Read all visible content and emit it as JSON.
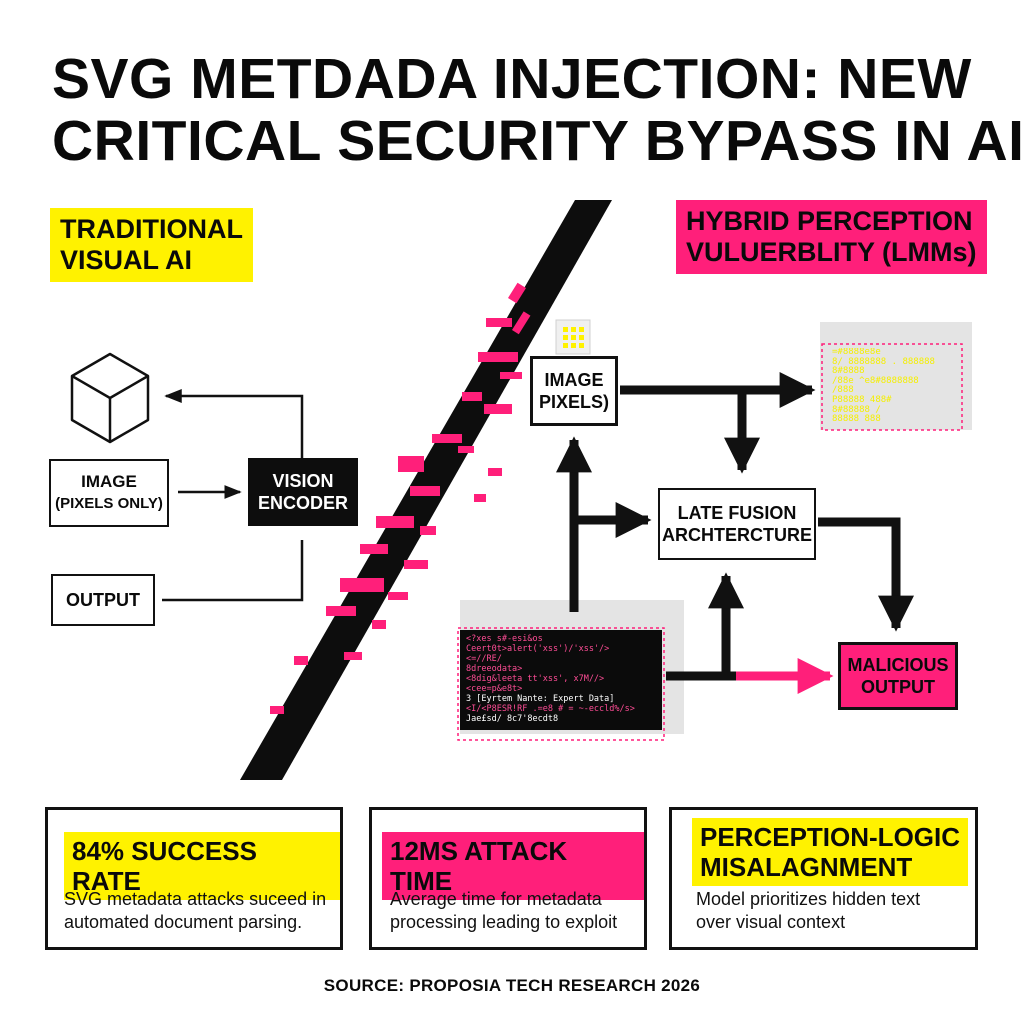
{
  "title": {
    "line1": "SVG METDADA INJECTION: NEW",
    "line2": "CRITICAL SECURITY BYPASS IN AI"
  },
  "left": {
    "label_line1": "TRADITIONAL",
    "label_line2": "VISUAL AI",
    "image_line1": "IMAGE",
    "image_line2": "(PIXELS ONLY)",
    "encoder_line1": "VISION",
    "encoder_line2": "ENCODER",
    "output": "OUTPUT"
  },
  "right": {
    "label_line1": "HYBRID PERCEPTION",
    "label_line2": "VULUERBLITY (LMMs)",
    "image_line1": "IMAGE",
    "image_line2": "PIXELS)",
    "fusion_line1": "LATE FUSION",
    "fusion_line2": "ARCHTERCTURE",
    "malicious_line1": "MALICIOUS",
    "malicious_line2": "OUTPUT",
    "code_lines": [
      "<?xes s#-esi&os",
      "   Ceert0t>alert('xss')/'xss'/>",
      "<=//RE/",
      "8dreeodata>",
      "   <8dig&leeta tt'xss', x7M//>",
      "   <cee=p&e8t>",
      "3  [Eyrtem Nante: Expert Data]",
      "<I/<P8ESR!RF .=e8 # = ~-eccld%/s>",
      "   Jae£sd/ 8c7'8ecdt8",
      "   "
    ],
    "metadata_lines": [
      "=#8888e8e",
      "8/ 8888888 .  888888",
      "8#8888",
      " /88e  ^e8#8888888",
      "  /888",
      "P88888 488#",
      "8#88888  /",
      "  88888 888"
    ]
  },
  "stats": [
    {
      "highlight": "84% SUCCESS RATE",
      "desc_line1": "SVG metadata attacks suceed in",
      "desc_line2": "automated document parsing."
    },
    {
      "highlight": "12MS ATTACK TIME",
      "desc_line1": "Average time for metadata",
      "desc_line2": "processing leading to exploit"
    },
    {
      "highlight_line1": "PERCEPTION-LOGIC",
      "highlight_line2": "MISALAGNMENT",
      "desc_line1": "Model prioritizes hidden text",
      "desc_line2": "over visual context"
    }
  ],
  "source": "SOURCE: PROPOSIA TECH RESEARCH 2026",
  "colors": {
    "yellow": "#fff200",
    "pink": "#ff1f7a",
    "black": "#0d0d0d"
  },
  "icons": {
    "cube": "cube-icon",
    "pixel_grid": "pixel-grid-icon"
  }
}
